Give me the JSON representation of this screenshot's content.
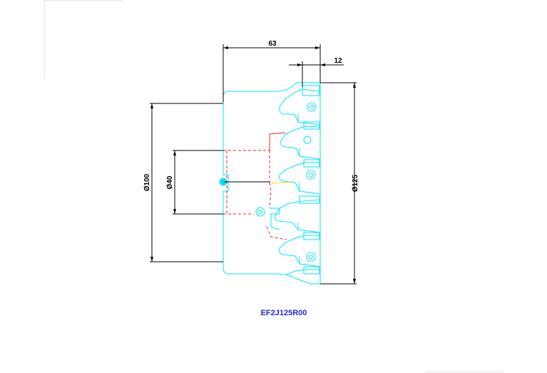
{
  "part_code": "EF2J125R00",
  "dimensions": {
    "overall_height": "63",
    "offset": "12",
    "bore_diameter": "Ø40",
    "body_diameter": "Ø100",
    "cutting_diameter": "Ø125"
  },
  "colors": {
    "outline": "#00e5ff",
    "hidden_lines": "#ff2020",
    "dimension_lines": "#000000",
    "label": "#1f2bd6",
    "centerline": "#ffe000"
  }
}
